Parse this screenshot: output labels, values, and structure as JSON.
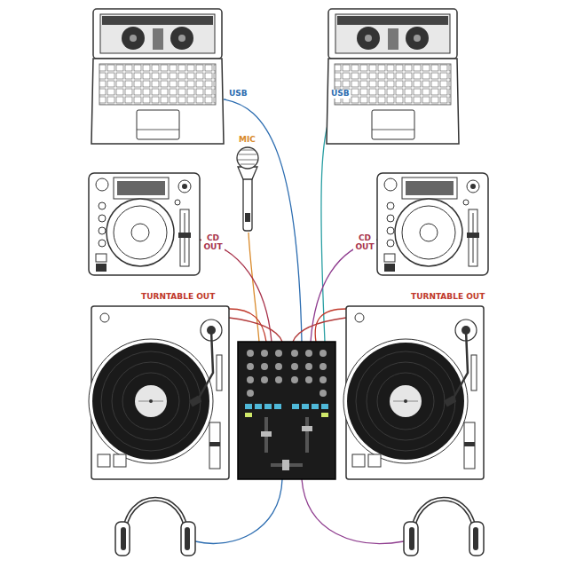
{
  "diagram": {
    "labels": [
      "USB",
      "USB",
      "MIC",
      "CD OUT",
      "CD OUT",
      "TURNTABLE OUT",
      "TURNTABLE OUT"
    ]
  }
}
